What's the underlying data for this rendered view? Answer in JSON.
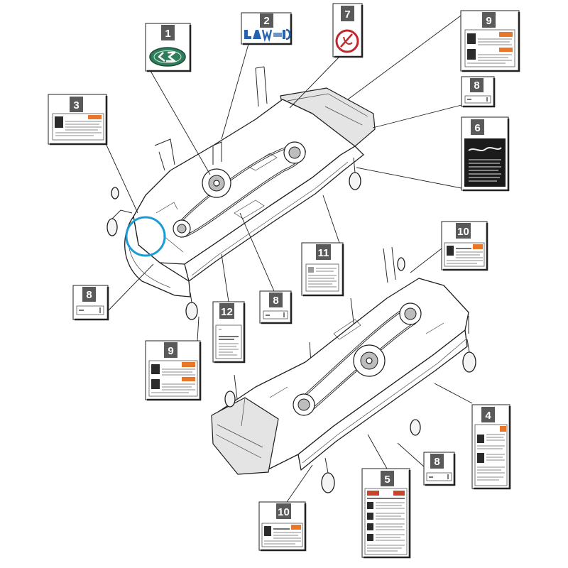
{
  "callouts": [
    {
      "number": "1"
    },
    {
      "number": "2"
    },
    {
      "number": "3"
    },
    {
      "number": "4"
    },
    {
      "number": "5"
    },
    {
      "number": "6"
    },
    {
      "number": "7"
    },
    {
      "number": "8"
    },
    {
      "number": "8"
    },
    {
      "number": "8"
    },
    {
      "number": "8"
    },
    {
      "number": "9"
    },
    {
      "number": "9"
    },
    {
      "number": "10"
    },
    {
      "number": "10"
    },
    {
      "number": "11"
    },
    {
      "number": "12"
    }
  ],
  "colors": {
    "highlight_circle": "#1e9bd7",
    "number_tile": "#5a5a5a",
    "warning_orange": "#e9772a",
    "logo_green": "#2e7d5b",
    "logo_blue": "#2563b0",
    "prohibition_red": "#c0272d"
  }
}
